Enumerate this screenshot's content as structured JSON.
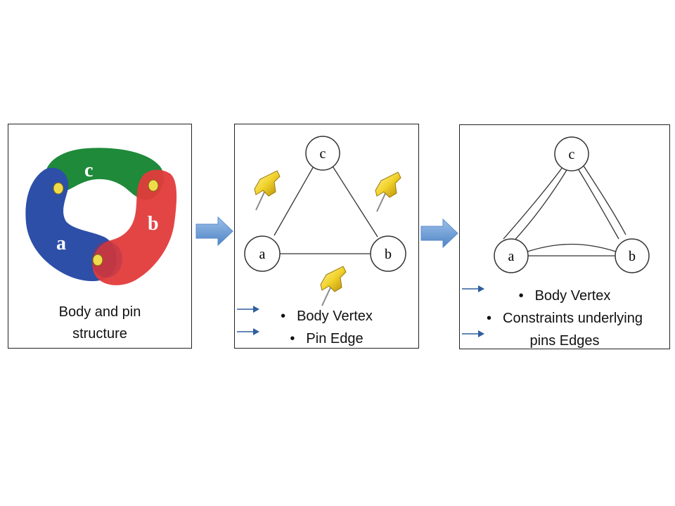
{
  "panel1": {
    "body_labels": [
      "c",
      "b",
      "a"
    ],
    "caption_lines": [
      "Body and pin",
      "structure"
    ]
  },
  "panel2": {
    "vertices": [
      "c",
      "a",
      "b"
    ],
    "bullets": [
      {
        "left": "Body",
        "right": "Vertex"
      },
      {
        "left": "Pin",
        "right": "Edge"
      }
    ]
  },
  "panel3": {
    "vertices": [
      "c",
      "a",
      "b"
    ],
    "bullet1": {
      "left": "Body",
      "right": "Vertex"
    },
    "bullet2": {
      "line1": "Constraints underlying",
      "left": "pins",
      "right": "Edges"
    }
  },
  "colors": {
    "body_green": "#1e8a3a",
    "body_red": "#e23b3b",
    "body_blue": "#2d4fa8",
    "pin_yellow": "#f0dc4a",
    "flow_arrow": "#6e9fd6",
    "inline_arrow": "#2f5f9e"
  }
}
